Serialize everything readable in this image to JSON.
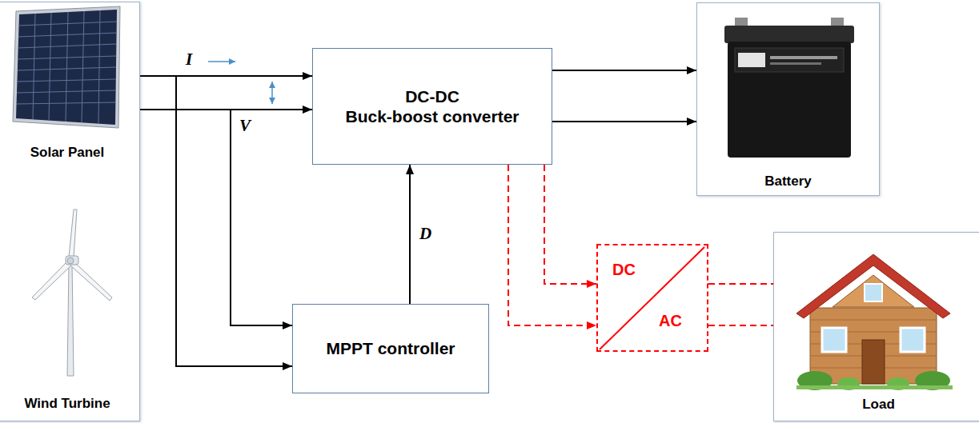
{
  "diagram": {
    "nodes": [
      {
        "text": [
          "Solar Panel",
          "Wind Turbine"
        ]
      },
      {
        "text": [
          "DC-DC",
          "Buck-boost converter"
        ]
      },
      {
        "text": [
          "Battery"
        ]
      },
      {
        "text": [
          "MPPT controller"
        ]
      },
      {
        "text": [
          "DC",
          "AC"
        ]
      },
      {
        "text": [
          "Load"
        ]
      }
    ],
    "edges": [
      {
        "from": 0,
        "to": 1,
        "arrow": "to",
        "label": "I"
      },
      {
        "from": 0,
        "to": 1,
        "arrow": "to",
        "label": "V"
      },
      {
        "from": 0,
        "to": 3,
        "arrow": "to"
      },
      {
        "from": 0,
        "to": 3,
        "arrow": "to"
      },
      {
        "from": 3,
        "to": 1,
        "arrow": "to",
        "label": "D"
      },
      {
        "from": 1,
        "to": 2,
        "arrow": "to"
      },
      {
        "from": 1,
        "to": 2,
        "arrow": "to"
      },
      {
        "from": 1,
        "to": 4,
        "arrow": "to"
      },
      {
        "from": 1,
        "to": 4,
        "arrow": "to"
      },
      {
        "from": 4,
        "to": 5,
        "arrow": "none"
      },
      {
        "from": 4,
        "to": 5,
        "arrow": "none"
      }
    ]
  }
}
